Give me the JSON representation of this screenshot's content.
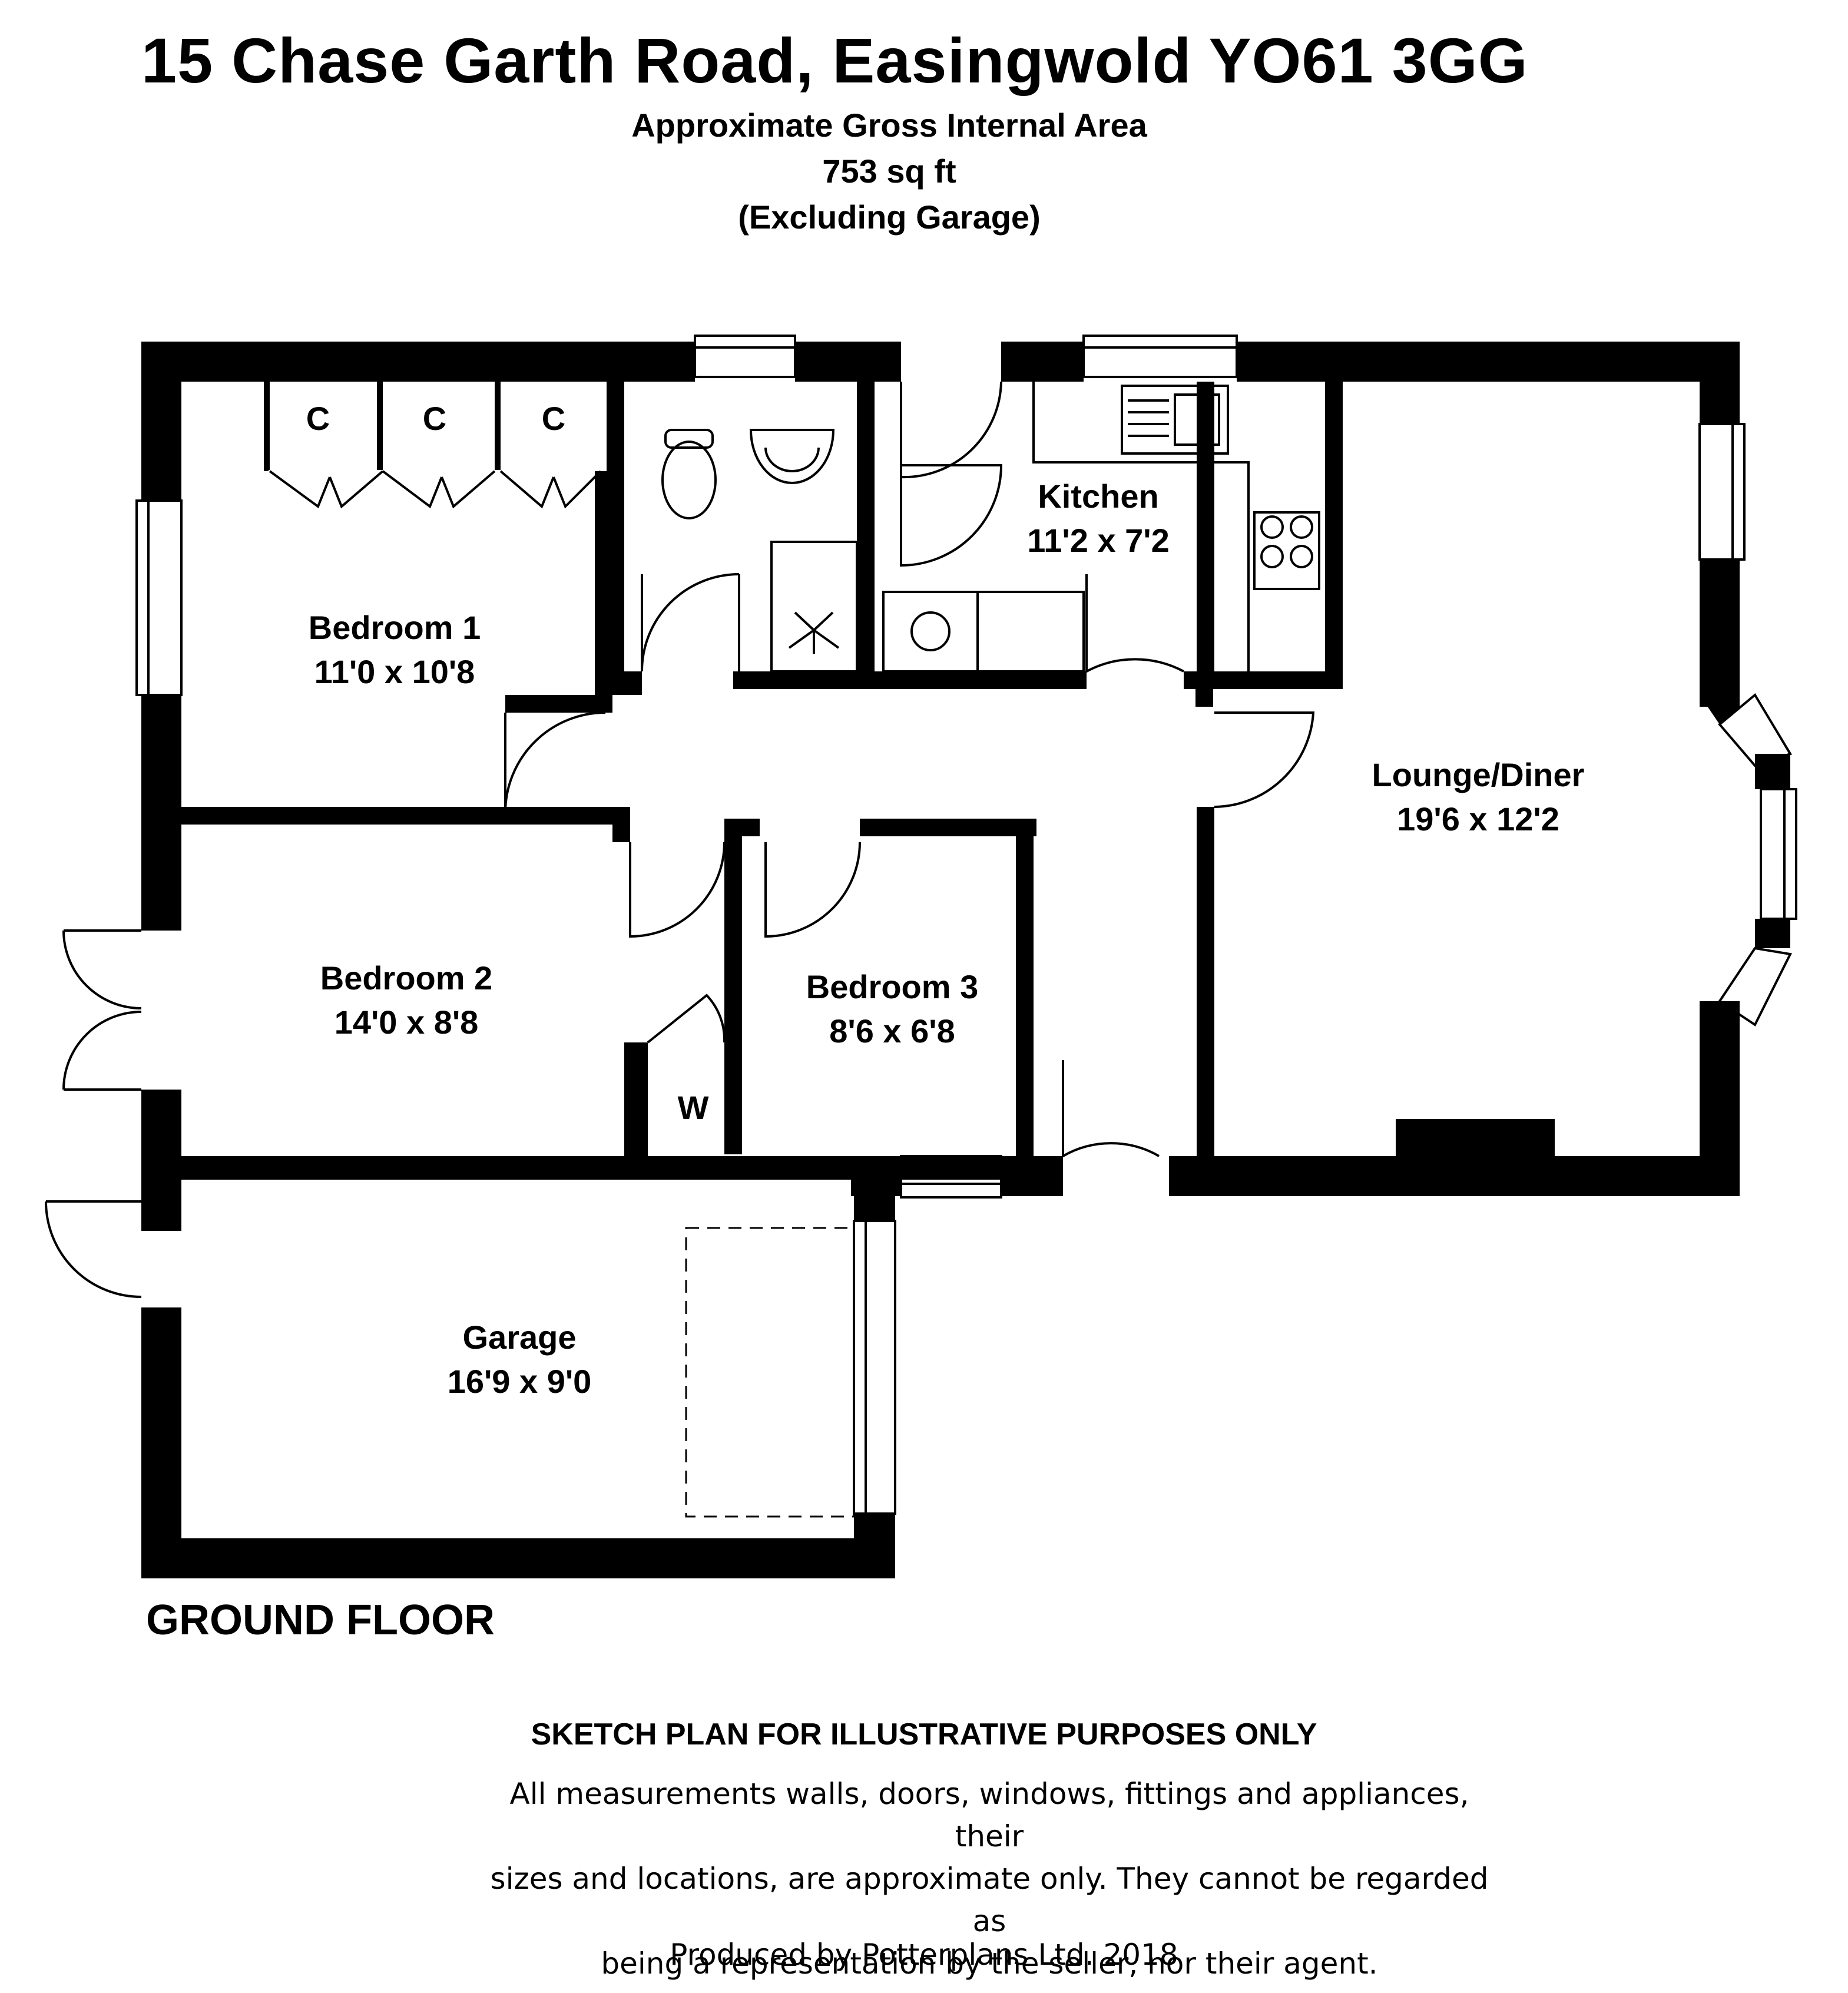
{
  "header": {
    "title": "15 Chase Garth Road, Easingwold YO61 3GG",
    "area_label": "Approximate Gross Internal Area",
    "area_value": "753 sq ft",
    "area_note": "(Excluding Garage)"
  },
  "rooms": {
    "bedroom1": {
      "name": "Bedroom 1",
      "size": "11'0 x 10'8"
    },
    "bedroom2": {
      "name": "Bedroom 2",
      "size": "14'0 x 8'8"
    },
    "bedroom3": {
      "name": "Bedroom 3",
      "size": "8'6 x 6'8"
    },
    "kitchen": {
      "name": "Kitchen",
      "size": "11'2 x 7'2"
    },
    "lounge": {
      "name": "Lounge/Diner",
      "size": "19'6 x 12'2"
    },
    "garage": {
      "name": "Garage",
      "size": "16'9 x 9'0"
    }
  },
  "cupboards": [
    "C",
    "C",
    "C"
  ],
  "wardrobe": "W",
  "floor_name": "GROUND FLOOR",
  "disclaimer": {
    "title": "SKETCH PLAN FOR ILLUSTRATIVE PURPOSES ONLY",
    "line1": "All measurements walls, doors, windows, fittings and appliances, their",
    "line2": "sizes and locations, are approximate only. They cannot be regarded as",
    "line3": "being a representation by the seller, nor their agent."
  },
  "produced_by": "Produced by Potterplans Ltd. 2018"
}
